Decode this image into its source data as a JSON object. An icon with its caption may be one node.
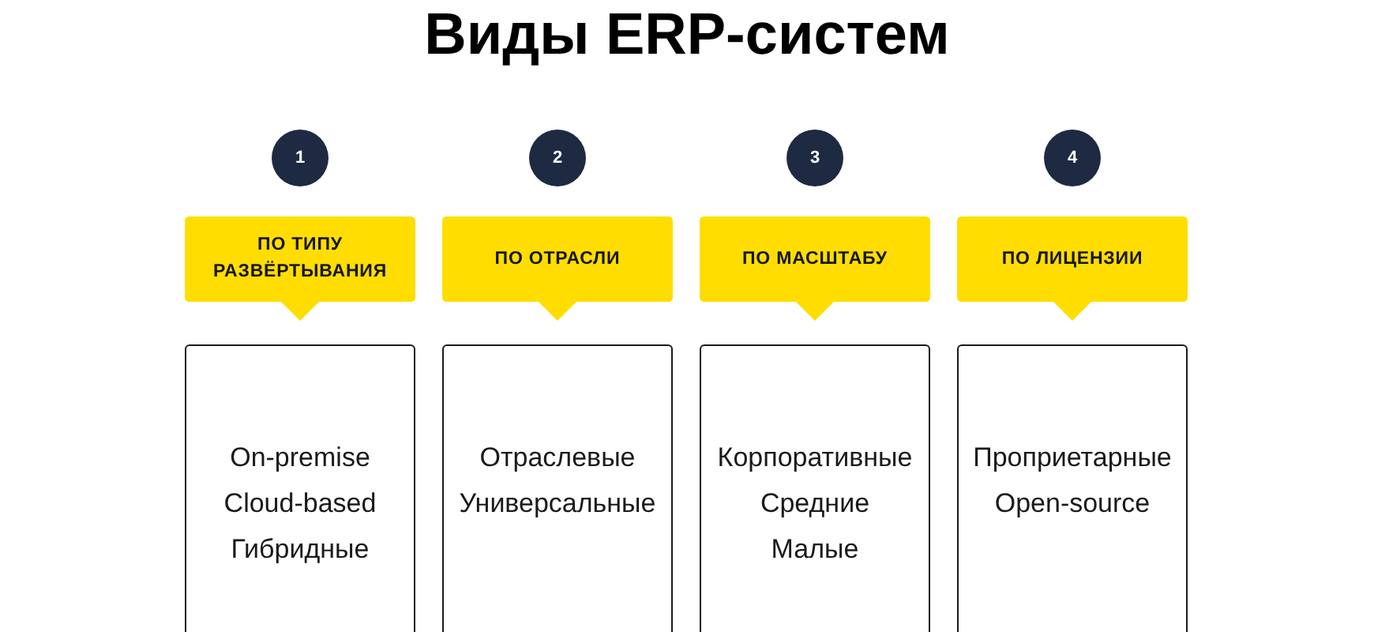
{
  "diagram": {
    "title": "Виды ERP-систем",
    "nodes": [
      {
        "text": [
          "1"
        ]
      },
      {
        "text": [
          "2"
        ]
      },
      {
        "text": [
          "3"
        ]
      },
      {
        "text": [
          "4"
        ]
      },
      {
        "text": [
          "ПО ТИПУ РАЗВЁРТЫВАНИЯ"
        ]
      },
      {
        "text": [
          "ПО ОТРАСЛИ"
        ]
      },
      {
        "text": [
          "ПО МАСШТАБУ"
        ]
      },
      {
        "text": [
          "ПО ЛИЦЕНЗИИ"
        ]
      },
      {
        "text": [
          "On-premise",
          "Cloud-based",
          "Гибридные"
        ]
      },
      {
        "text": [
          "Отраслевые",
          "Универсальные"
        ]
      },
      {
        "text": [
          "Корпоративные",
          "Средние",
          "Малые"
        ]
      },
      {
        "text": [
          "Проприетарные",
          "Open-source"
        ]
      }
    ]
  }
}
